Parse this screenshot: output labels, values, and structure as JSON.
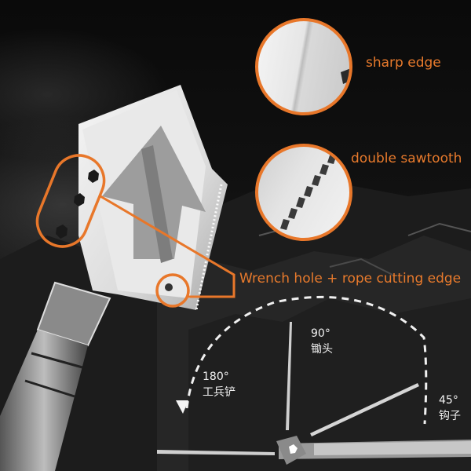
{
  "callouts": {
    "sharp_edge": "sharp edge",
    "double_sawtooth": "double sawtooth",
    "wrench_hole": "Wrench hole + rope cutting edge"
  },
  "angles": [
    {
      "degrees": "180°",
      "mode": "工兵铲"
    },
    {
      "degrees": "90°",
      "mode": "锄头"
    },
    {
      "degrees": "45°",
      "mode": "钩子"
    }
  ],
  "colors": {
    "accent": "#e8772a",
    "background": "#0b0b0b",
    "angle_text": "#f2f2f2"
  }
}
